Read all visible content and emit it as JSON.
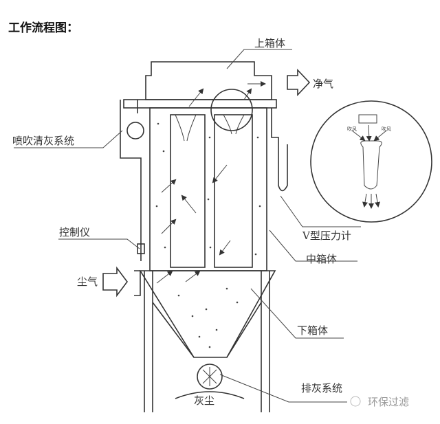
{
  "title": "工作流程图：",
  "labels": {
    "upper_box": "上箱体",
    "clean_gas": "净气",
    "pulse_cleaning": "喷吹清灰系统",
    "controller": "控制仪",
    "dust_gas": "尘气",
    "v_gauge": "V型压力计",
    "middle_box": "中箱体",
    "lower_box": "下箱体",
    "ash_discharge": "排灰系统",
    "dust": "灰尘",
    "blow_left": "吹风",
    "blow_right": "吹风"
  },
  "watermark": "环保过滤"
}
